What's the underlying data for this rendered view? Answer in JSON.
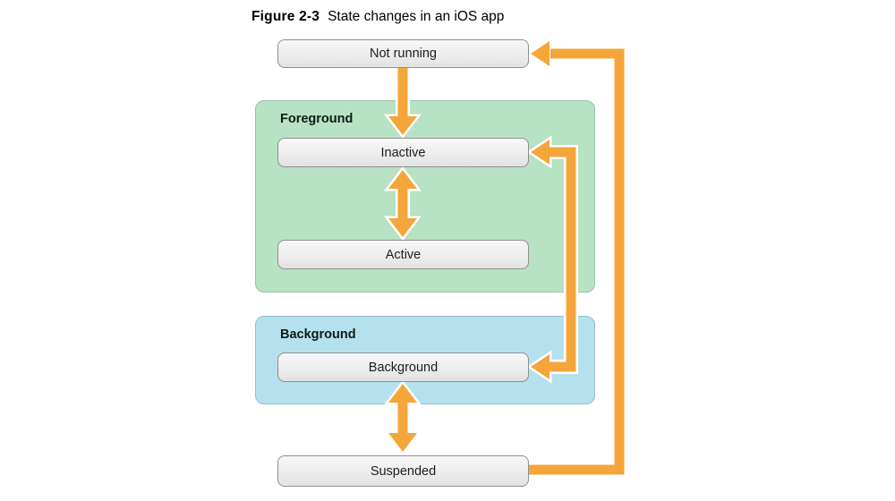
{
  "figure": {
    "label": "Figure 2-3",
    "caption": "State changes in an iOS app"
  },
  "diagram": {
    "nodes": [
      {
        "id": "not-running",
        "label": "Not running"
      },
      {
        "id": "inactive",
        "label": "Inactive"
      },
      {
        "id": "active",
        "label": "Active"
      },
      {
        "id": "background",
        "label": "Background"
      },
      {
        "id": "suspended",
        "label": "Suspended"
      }
    ],
    "groups": [
      {
        "id": "foreground",
        "label": "Foreground",
        "fill": "#b7e2c4",
        "contains": [
          "inactive",
          "active"
        ]
      },
      {
        "id": "background-group",
        "label": "Background",
        "fill": "#b5e1ef",
        "contains": [
          "background"
        ]
      }
    ],
    "edges": [
      {
        "from": "not-running",
        "to": "inactive",
        "direction": "one-way"
      },
      {
        "from": "inactive",
        "to": "active",
        "direction": "two-way"
      },
      {
        "from": "inactive",
        "to": "background",
        "direction": "two-way"
      },
      {
        "from": "background",
        "to": "suspended",
        "direction": "two-way"
      },
      {
        "from": "suspended",
        "to": "not-running",
        "direction": "one-way"
      }
    ],
    "colors": {
      "arrow": "#f4a63a",
      "arrow_outline": "#ffffff",
      "node_fill_top": "#f8f8f8",
      "node_fill_bottom": "#e2e2e2",
      "node_border": "#8f8f8f",
      "foreground_group": "#b7e2c4",
      "background_group": "#b5e1ef",
      "page_background": "#ffffff"
    }
  }
}
